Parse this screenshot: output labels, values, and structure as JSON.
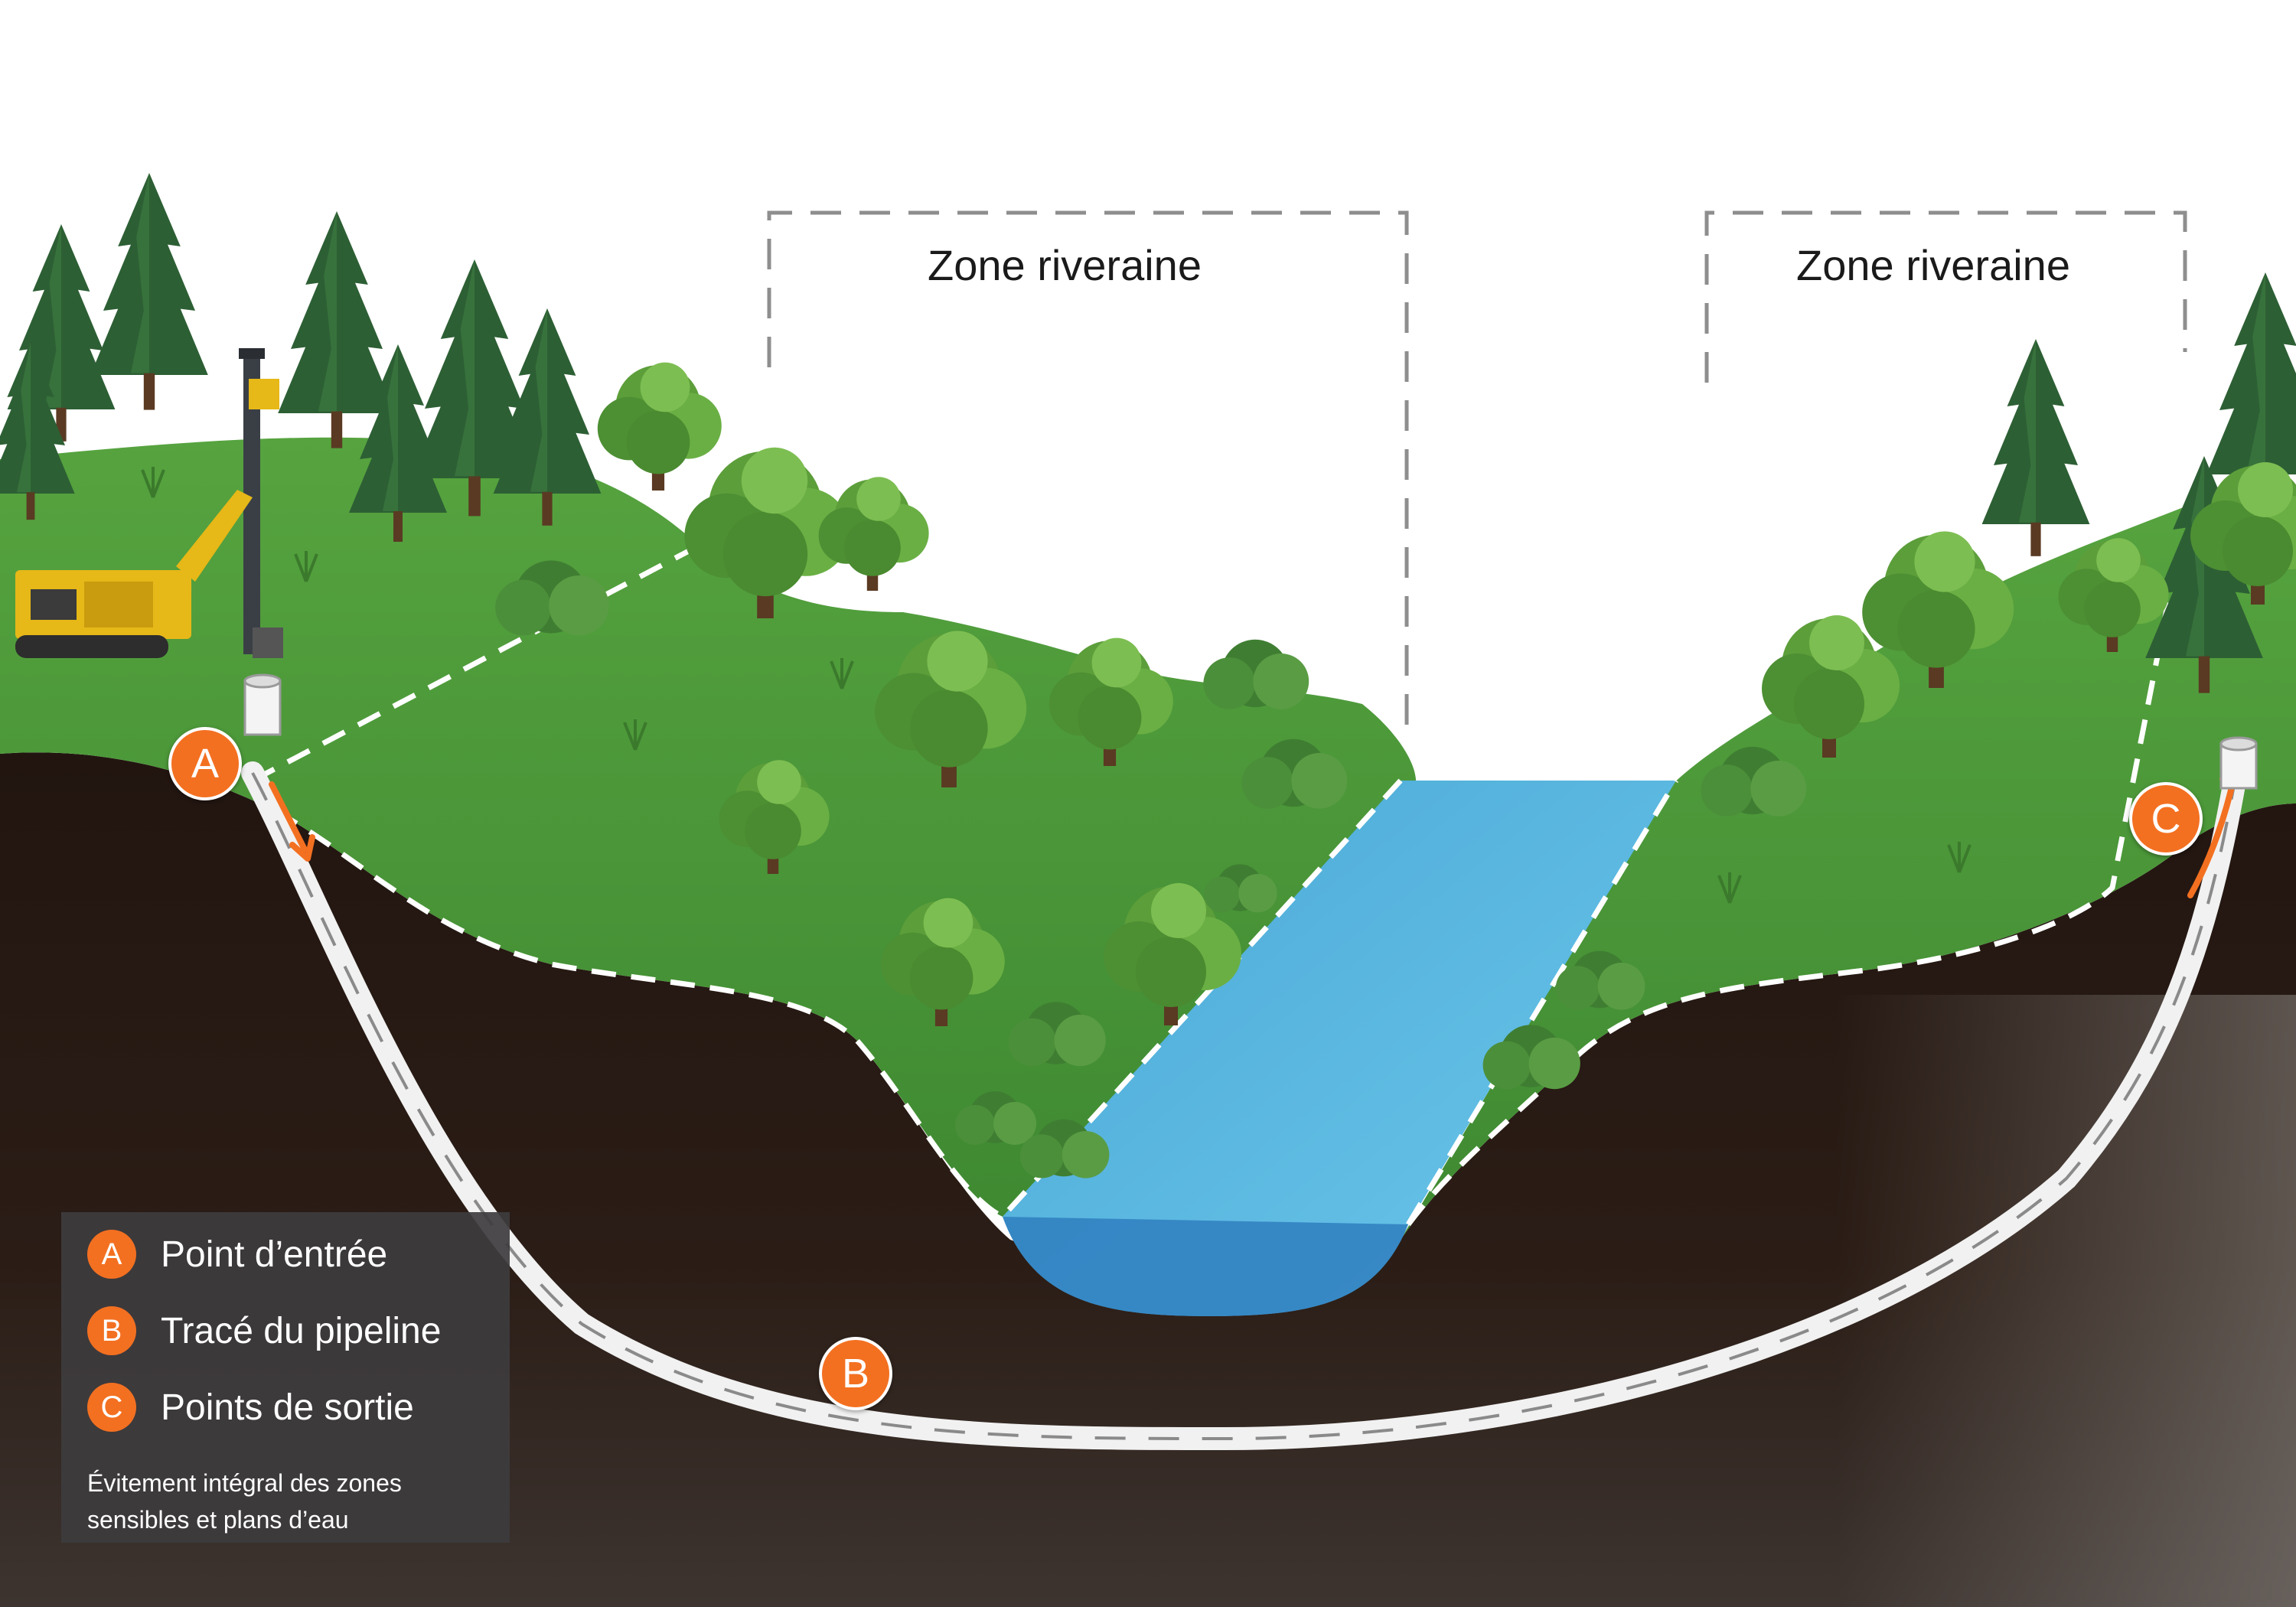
{
  "zones": [
    {
      "label": "Zone riveraine"
    },
    {
      "label": "Zone riveraine"
    }
  ],
  "markers": {
    "a": "A",
    "b": "B",
    "c": "C"
  },
  "legend": {
    "items": [
      {
        "letter": "A",
        "text": "Point d’entrée"
      },
      {
        "letter": "B",
        "text": "Tracé du pipeline"
      },
      {
        "letter": "C",
        "text": "Points de sortie"
      }
    ],
    "note": "Évitement intégral des zones sensibles et plans d’eau"
  },
  "colors": {
    "accent": "#f37021",
    "grass": "#4f9a3c",
    "water": "#58b8e1",
    "soil": "#2b1d16",
    "legend_bg": "#3e3c3e",
    "drill_rig": "#e6b818"
  },
  "icons": [
    "drill-rig-icon",
    "tree-icon",
    "arrow-icon",
    "pipe-outlet-icon"
  ]
}
